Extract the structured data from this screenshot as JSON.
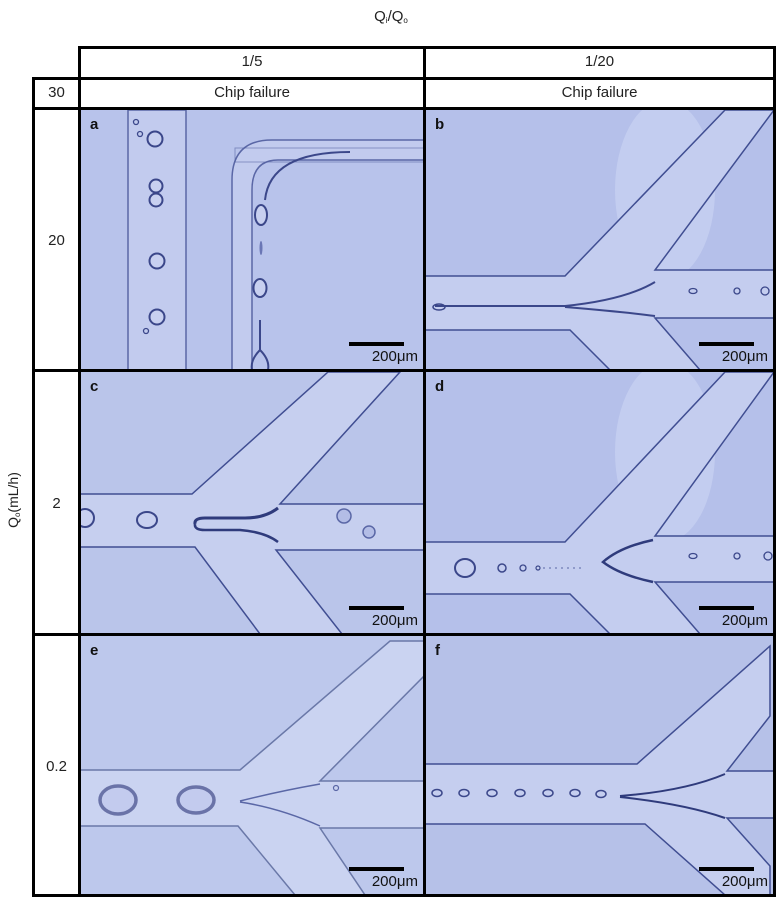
{
  "figure": {
    "column_axis_title": "Q",
    "column_axis_title_sub": "i",
    "column_axis_title_rest": "/Q",
    "column_axis_title_sub2": "o",
    "row_axis_title": "Q",
    "row_axis_title_sub": "o",
    "row_axis_title_rest": "(mL/h)",
    "columns": [
      "1/5",
      "1/20"
    ],
    "rows": [
      {
        "label": "30",
        "cells": [
          "Chip failure",
          "Chip failure"
        ]
      },
      {
        "label": "20",
        "panels": [
          "a",
          "b"
        ]
      },
      {
        "label": "2",
        "panels": [
          "c",
          "d"
        ]
      },
      {
        "label": "0.2",
        "panels": [
          "e",
          "f"
        ]
      }
    ],
    "scale_bar": "200μm",
    "panels": {
      "a": {
        "label": "a",
        "scale": "200μm"
      },
      "b": {
        "label": "b",
        "scale": "200μm"
      },
      "c": {
        "label": "c",
        "scale": "200μm"
      },
      "d": {
        "label": "d",
        "scale": "200μm"
      },
      "e": {
        "label": "e",
        "scale": "200μm"
      },
      "f": {
        "label": "f",
        "scale": "200μm"
      }
    },
    "colors": {
      "micrograph_bg": "#b9c4ec",
      "channel_fill": "#c9d1ef",
      "channel_edge": "#3c4a86",
      "grid": "#000000"
    }
  }
}
